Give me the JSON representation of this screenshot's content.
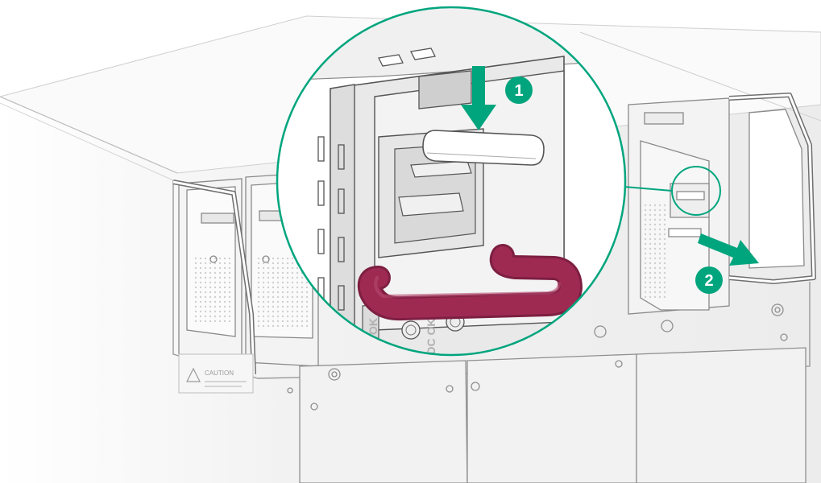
{
  "figure": {
    "steps": [
      {
        "number": "1",
        "action": "press latch down",
        "arrow": "down"
      },
      {
        "number": "2",
        "action": "pull module out",
        "arrow": "right-down"
      }
    ],
    "labels": {
      "caution_title": "CAUTION",
      "ac_ok": "AC OK",
      "dc_ok": "DC OK"
    },
    "callouts": {
      "magnifier": "detail view of latch and handle"
    }
  },
  "colors": {
    "accent_green": "#00A57E",
    "handle_maroon": "#9E2A52",
    "line_gray": "#7d7d7d",
    "body_gray": "#f0f0f0"
  },
  "icons": [
    "down-arrow-icon",
    "right-arrow-icon",
    "step-1-badge",
    "step-2-badge",
    "screw-icon",
    "warning-triangle-icon"
  ]
}
